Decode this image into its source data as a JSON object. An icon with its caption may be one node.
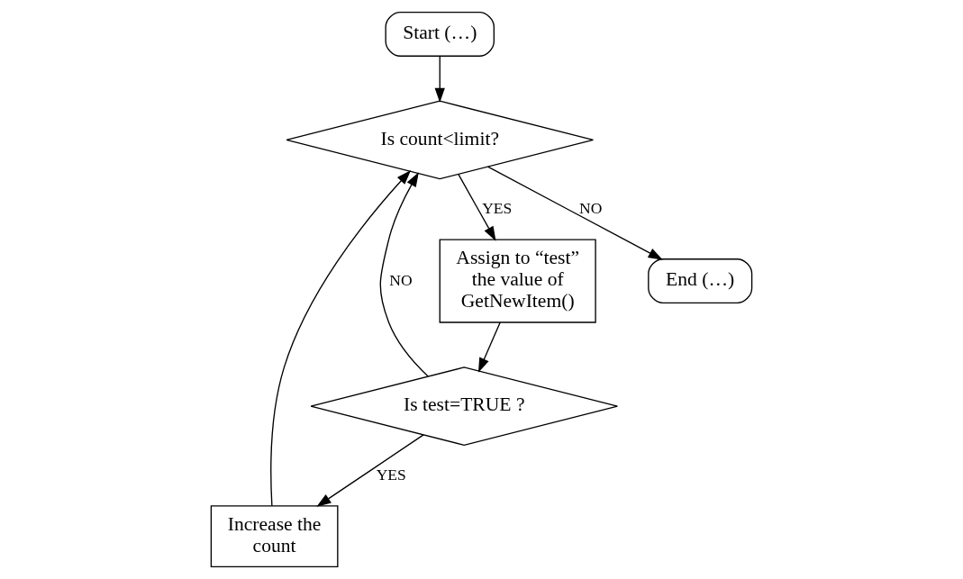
{
  "diagram": {
    "nodes": [
      {
        "text": [
          "Start (…)"
        ]
      },
      {
        "text": [
          "Increase the count"
        ]
      },
      {
        "text": [
          "Is test=TRUE ?"
        ]
      },
      {
        "text": [
          "Is count<limit?"
        ]
      },
      {
        "text": [
          "Assign to “test” the value of GetNewItem()"
        ]
      },
      {
        "text": [
          "End (…)"
        ]
      }
    ],
    "edges": [
      {
        "from": 0,
        "to": 3,
        "arrow": "to"
      },
      {
        "from": 1,
        "to": 3,
        "arrow": "to"
      },
      {
        "from": 2,
        "to": 3,
        "label": "NO",
        "arrow": "to"
      },
      {
        "from": 3,
        "to": 4,
        "label": "YES",
        "arrow": "to"
      },
      {
        "from": 4,
        "to": 2,
        "arrow": "to"
      },
      {
        "from": 2,
        "to": 1,
        "label": "YES",
        "arrow": "to"
      },
      {
        "from": 3,
        "to": 5,
        "label": "NO",
        "arrow": "to"
      }
    ]
  }
}
